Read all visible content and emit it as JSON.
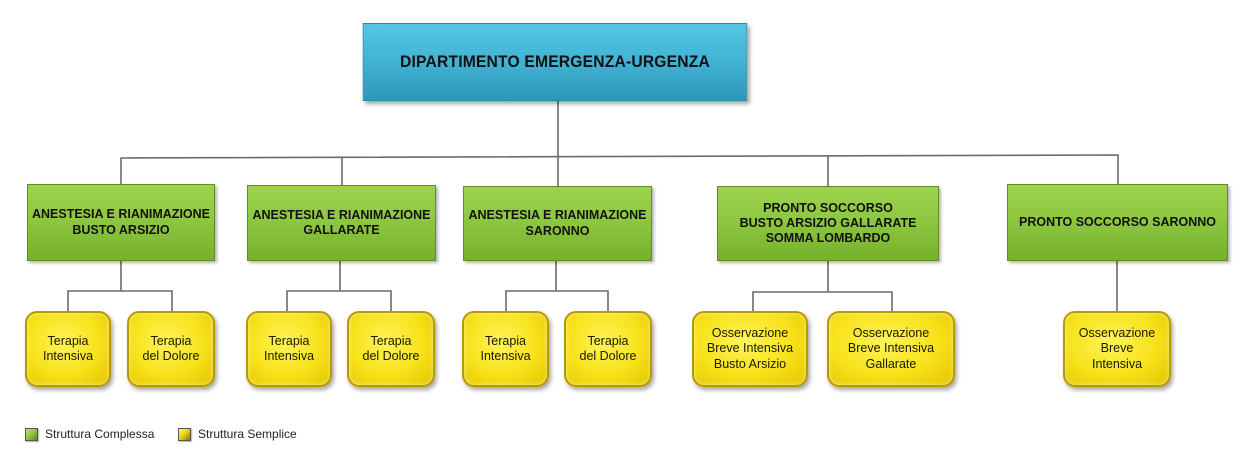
{
  "root": {
    "label": "DIPARTIMENTO EMERGENZA-URGENZA"
  },
  "complex": [
    {
      "label": "ANESTESIA E RIANIMAZIONE\nBUSTO ARSIZIO"
    },
    {
      "label": "ANESTESIA E RIANIMAZIONE\nGALLARATE"
    },
    {
      "label": "ANESTESIA E RIANIMAZIONE\nSARONNO"
    },
    {
      "label": "PRONTO SOCCORSO\nBUSTO ARSIZIO GALLARATE\nSOMMA LOMBARDO"
    },
    {
      "label": "PRONTO SOCCORSO SARONNO"
    }
  ],
  "simple": [
    {
      "label": "Terapia\nIntensiva"
    },
    {
      "label": "Terapia\ndel Dolore"
    },
    {
      "label": "Terapia\nIntensiva"
    },
    {
      "label": "Terapia\ndel Dolore"
    },
    {
      "label": "Terapia\nIntensiva"
    },
    {
      "label": "Terapia\ndel Dolore"
    },
    {
      "label": "Osservazione\nBreve Intensiva\nBusto Arsizio"
    },
    {
      "label": "Osservazione\nBreve Intensiva\nGallarate"
    },
    {
      "label": "Osservazione\nBreve\nIntensiva"
    }
  ],
  "legend": {
    "complessa": "Struttura Complessa",
    "semplice": "Struttura Semplice"
  },
  "colors": {
    "root": "#3fb0d1",
    "complex": "#8cc63f",
    "simple": "#f7e21a",
    "connector": "#6b6b6b"
  }
}
